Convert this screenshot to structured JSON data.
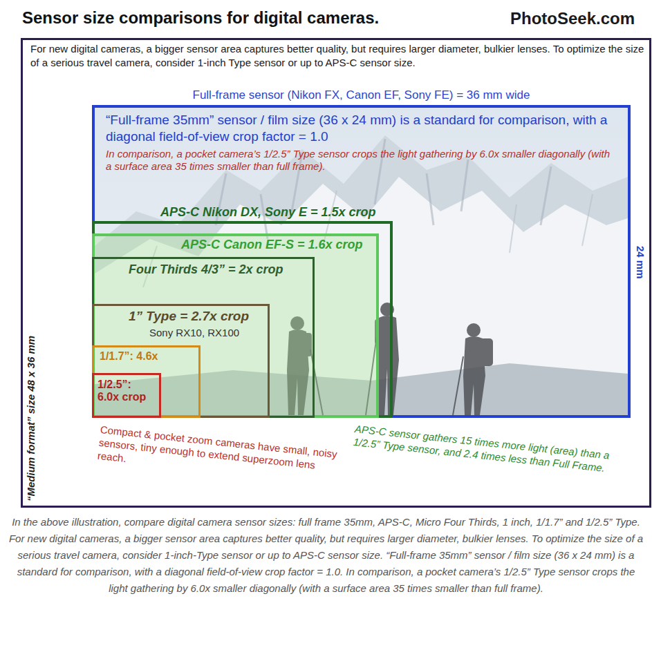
{
  "diagram": {
    "title": "Sensor size comparisons for digital cameras.",
    "caption": "In the above illustration, compare digital camera sensor sizes: full frame 35mm, APS-C, Micro Four Thirds, 1 inch, 1/1.7” and 1/2.5” Type. For new digital cameras, a bigger sensor area captures better quality, but requires larger diameter, bulkier lenses. To optimize the size of a serious travel camera, consider 1-inch-Type sensor or up to APS-C sensor size. “Full-frame 35mm” sensor / film size (36 x 24 mm) is a standard for comparison, with a diagonal field-of-view crop factor = 1.0. In comparison, a pocket camera’s 1/2.5” Type sensor crops the light gathering by 6.0x smaller diagonally (with a surface area 35 times smaller than full frame).",
    "nodes": [
      {
        "text": [
          "“Medium format” size 48 x 36 mm"
        ]
      },
      {
        "text": [
          "Full-frame sensor (Nikon FX, Canon EF, Sony FE) = 36 mm wide",
          "“Full-frame 35mm” sensor / film size (36 x 24 mm) is a standard for comparison, with a diagonal field-of-view crop factor = 1.0",
          "In comparison, a pocket camera’s 1/2.5” Type sensor crops the light gathering by 6.0x smaller diagonally (with a surface area 35 times smaller than full frame)."
        ],
        "in": 0
      },
      {
        "text": [
          "APS-C Nikon DX, Sony E = 1.5x crop"
        ],
        "in": 1
      },
      {
        "text": [
          "APS-C Canon EF-S = 1.6x crop"
        ],
        "in": 2
      },
      {
        "text": [
          "Four Thirds 4/3” = 2x crop"
        ],
        "in": 3
      },
      {
        "text": [
          "1” Type = 2.7x crop",
          "Sony RX10, RX100"
        ],
        "in": 4
      },
      {
        "text": [
          "1/1.7”: 4.6x"
        ],
        "in": 5
      },
      {
        "text": [
          "1/2.5”: 6.0x crop"
        ],
        "in": 6
      }
    ],
    "labels": [
      "PhotoSeek.com",
      "For new digital cameras, a bigger sensor area captures better quality, but requires larger diameter, bulkier lenses. To optimize the size of a serious travel camera, consider 1-inch Type sensor or up to APS-C sensor size.",
      "24 mm",
      "Compact & pocket zoom cameras have small, noisy sensors, tiny enough to extend superzoom lens reach.",
      "APS-C sensor gathers 15 times more light (area) than a 1/2.5” Type sensor, and 2.4 times less than Full Frame."
    ]
  }
}
